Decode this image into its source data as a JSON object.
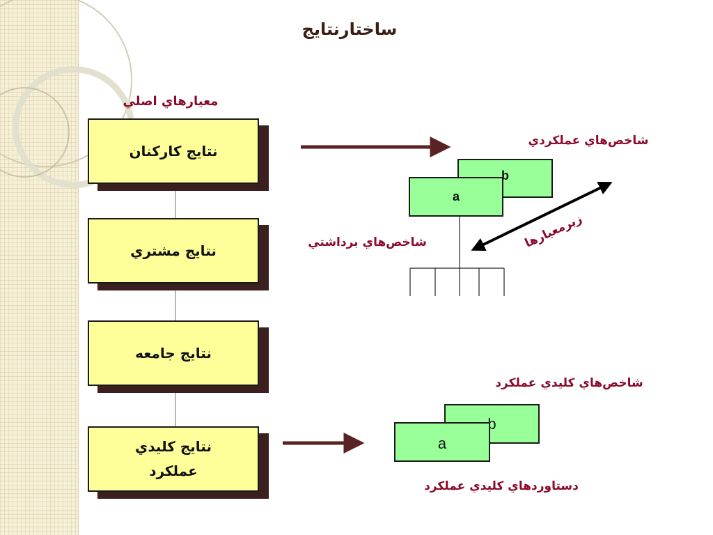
{
  "title": "ساختارنتايج",
  "main_criteria_label": "معيارهاي اصلي",
  "result_boxes": [
    {
      "label": "نتايج كاركنان"
    },
    {
      "label": "نتايج مشتري"
    },
    {
      "label": "نتايج جامعه"
    },
    {
      "label": "نتايج كليدي\nعملكرد"
    }
  ],
  "upper_group": {
    "heading": "شاخص‌هاي عملكردي",
    "card_back": "b",
    "card_front": "a",
    "perception_label": "شاخص‌هاي برداشتي",
    "subcriteria_label": "زيرمعيارها"
  },
  "lower_group": {
    "heading": "شاخص‌هاي كليدي عملكرد",
    "card_back": "b",
    "card_front": "a",
    "footer_label": "دستاوردهاي كليدي عملكرد"
  },
  "colors": {
    "title": "#3a1e12",
    "red_label": "#8b0a2b",
    "box_fill": "#ffff99",
    "box_shadow": "#3c1f1f",
    "card_fill": "#99ff99",
    "arrow": "#5a2222"
  }
}
